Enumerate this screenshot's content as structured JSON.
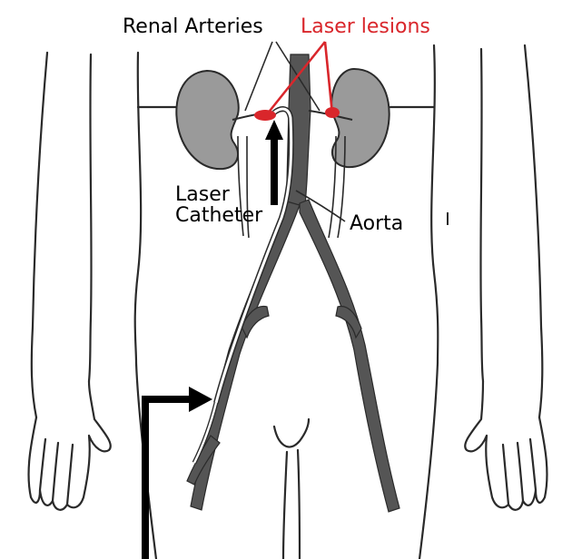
{
  "labels": {
    "renal_arteries": "Renal Arteries",
    "laser_lesions": "Laser lesions",
    "laser": "Laser",
    "catheter": "Catheter",
    "aorta": "Aorta"
  },
  "colors": {
    "outline": "#2a2a2a",
    "kidney_fill": "#9a9a9a",
    "aorta_fill": "#555555",
    "lesion": "#d9262b",
    "label_red": "#d9262b",
    "background": "#ffffff"
  }
}
